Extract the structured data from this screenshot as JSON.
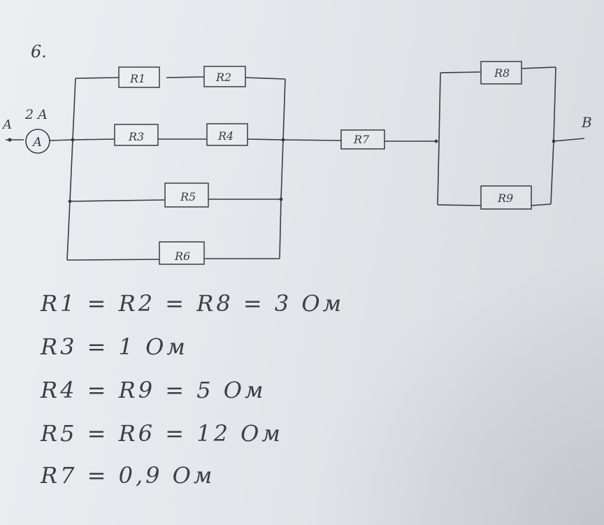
{
  "problem_number": "6.",
  "terminals": {
    "a": "A",
    "b": "B"
  },
  "ammeter": {
    "reading": "2 A",
    "symbol": "A",
    "icon": "ammeter-icon"
  },
  "resistors": {
    "r1": "R1",
    "r2": "R2",
    "r3": "R3",
    "r4": "R4",
    "r5": "R5",
    "r6": "R6",
    "r7": "R7",
    "r8": "R8",
    "r9": "R9"
  },
  "formulas": [
    "R1 = R2 = R8 = 3 Ом",
    "R3 = 1 Ом",
    "R4 = R9 = 5 Ом",
    "R5 = R6 = 12 Ом",
    "R7 = 0,9 Ом"
  ],
  "colors": {
    "ink": "#3a3c44",
    "paper": "#e6e8ec"
  }
}
